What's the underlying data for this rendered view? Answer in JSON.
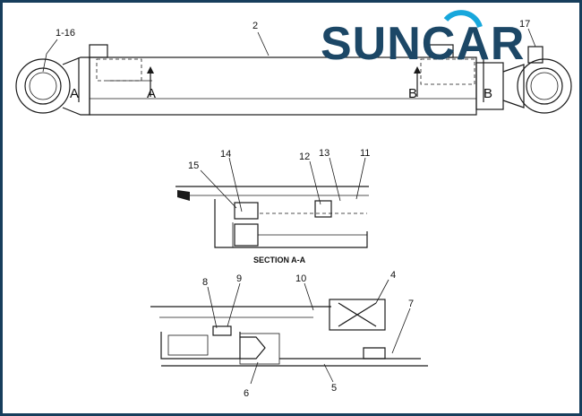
{
  "brand": {
    "logo_text": "SUNCAR",
    "logo_color": "#1c4766",
    "accent_color": "#17a7dc"
  },
  "main_view": {
    "callouts": [
      "1-16",
      "2",
      "17"
    ],
    "section_markers": [
      "A",
      "A",
      "B",
      "B"
    ]
  },
  "section_a": {
    "caption": "SECTION A-A",
    "callouts": [
      "15",
      "14",
      "12",
      "13",
      "11"
    ]
  },
  "section_b": {
    "callouts": [
      "8",
      "9",
      "10",
      "4",
      "7",
      "6",
      "5"
    ]
  },
  "colors": {
    "border": "#173e5c",
    "line": "#1a1a1a"
  }
}
